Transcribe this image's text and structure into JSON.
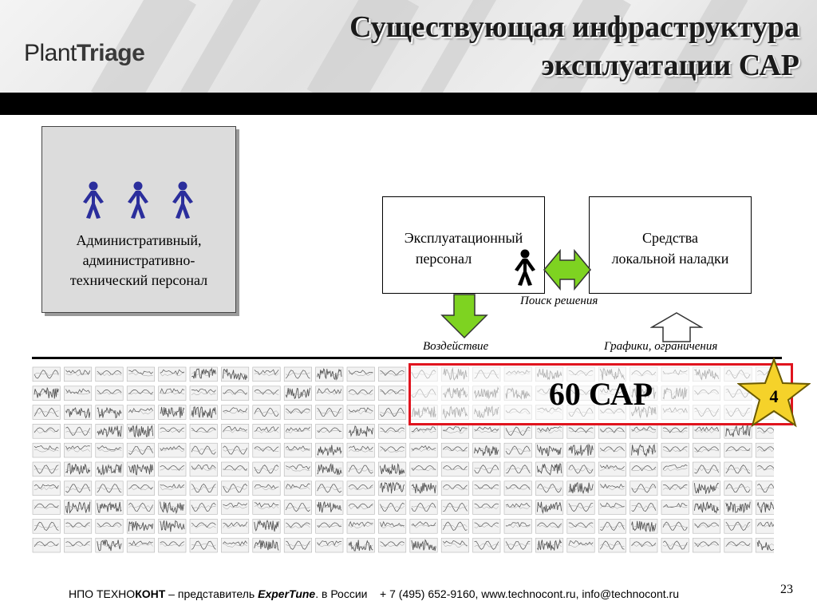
{
  "header": {
    "logo_plant": "Plant",
    "logo_triage": "Triage",
    "title_line1": "Существующая инфраструктура",
    "title_line2": "эксплуатации САР"
  },
  "admin": {
    "line1": "Административный,",
    "line2": "административно-",
    "line3": "технический персонал"
  },
  "operators": {
    "line1": "Эксплуатационный",
    "line2": "персонал"
  },
  "tools": {
    "line1": "Средства",
    "line2": "локальной наладки"
  },
  "labels": {
    "search": "Поиск решения",
    "action": "Воздействие",
    "charts": "Графики, ограничения"
  },
  "loops": {
    "count_label": "60 САР",
    "badge": "4"
  },
  "footer": {
    "company_prefix": "НПО ТЕХНО",
    "company_bold": "КОНТ",
    "dash_text": " – представитель ",
    "brand": "ExperTune",
    "region": ". в России",
    "contacts": "+ 7 (495) 652-9160, www.technocont.ru, info@technocont.ru"
  },
  "page": {
    "number": "23"
  },
  "colors": {
    "person_blue": "#2b2e9c",
    "arrow_green": "#7ed321",
    "frame_red": "#e0141e",
    "star_yellow": "#f5d22a"
  }
}
